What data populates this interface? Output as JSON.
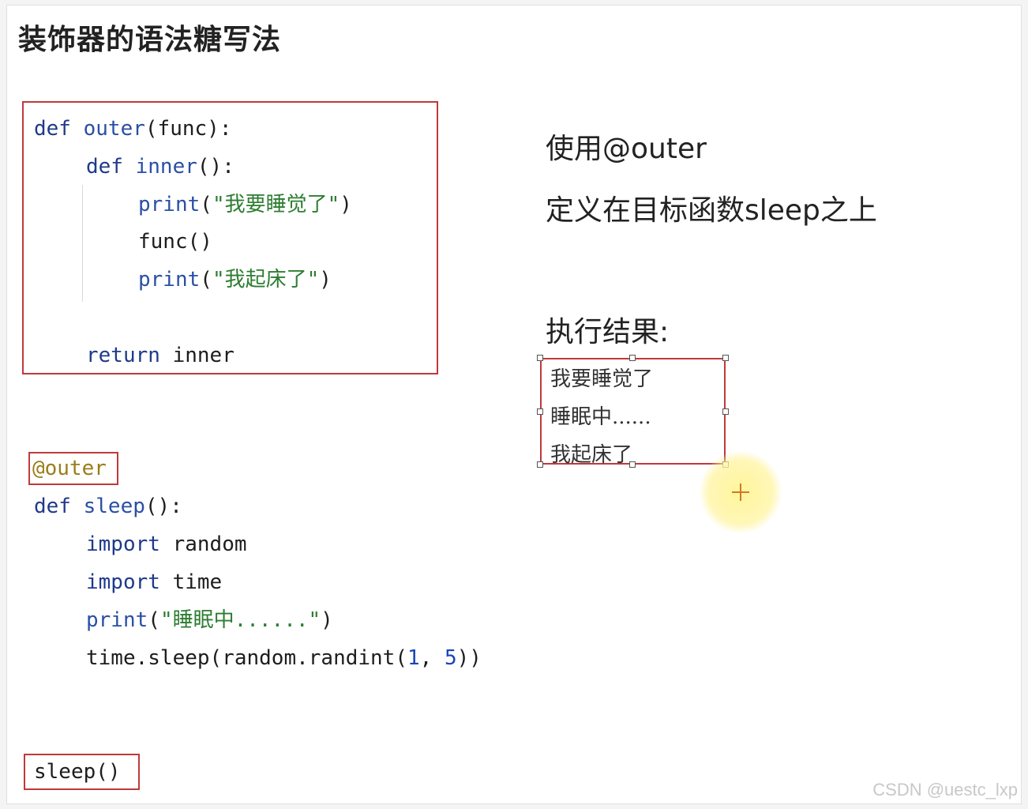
{
  "slide": {
    "title": "装饰器的语法糖写法"
  },
  "outer_code": {
    "l1": {
      "kw": "def",
      "name": "outer",
      "rest": "(func):"
    },
    "l2": {
      "kw": "def",
      "name": "inner",
      "rest": "():"
    },
    "l3": {
      "fn": "print",
      "open": "(",
      "str": "\"我要睡觉了\"",
      "close": ")"
    },
    "l4": {
      "text": "func()"
    },
    "l5": {
      "fn": "print",
      "open": "(",
      "str": "\"我起床了\"",
      "close": ")"
    },
    "l6": {
      "kw": "return",
      "rest": " inner"
    }
  },
  "sleep_code": {
    "decorator": "@outer",
    "l1": {
      "kw": "def",
      "name": "sleep",
      "rest": "():"
    },
    "l2": {
      "kw": "import",
      "rest": " random"
    },
    "l3": {
      "kw": "import",
      "rest": " time"
    },
    "l4": {
      "fn": "print",
      "open": "(",
      "str": "\"睡眠中......\"",
      "close": ")"
    },
    "l5": {
      "pre": "time.sleep(random.randint(",
      "n1": "1",
      "sep": ", ",
      "n2": "5",
      "post": "))"
    }
  },
  "call": {
    "text": "sleep()"
  },
  "notes": {
    "usage": "使用@outer",
    "position": "定义在目标函数sleep之上",
    "result_label": "执行结果:"
  },
  "result": {
    "lines": [
      "我要睡觉了",
      "睡眠中......",
      "我起床了"
    ]
  },
  "watermark": "CSDN @uestc_lxp",
  "colors": {
    "highlight_border": "#c0393b",
    "keyword": "#1f3a8a",
    "string": "#2e7d32",
    "decorator": "#9a7d1a",
    "cursor_halo": "#fff59d"
  },
  "icons": {
    "cursor": "crosshair-cursor-icon"
  }
}
